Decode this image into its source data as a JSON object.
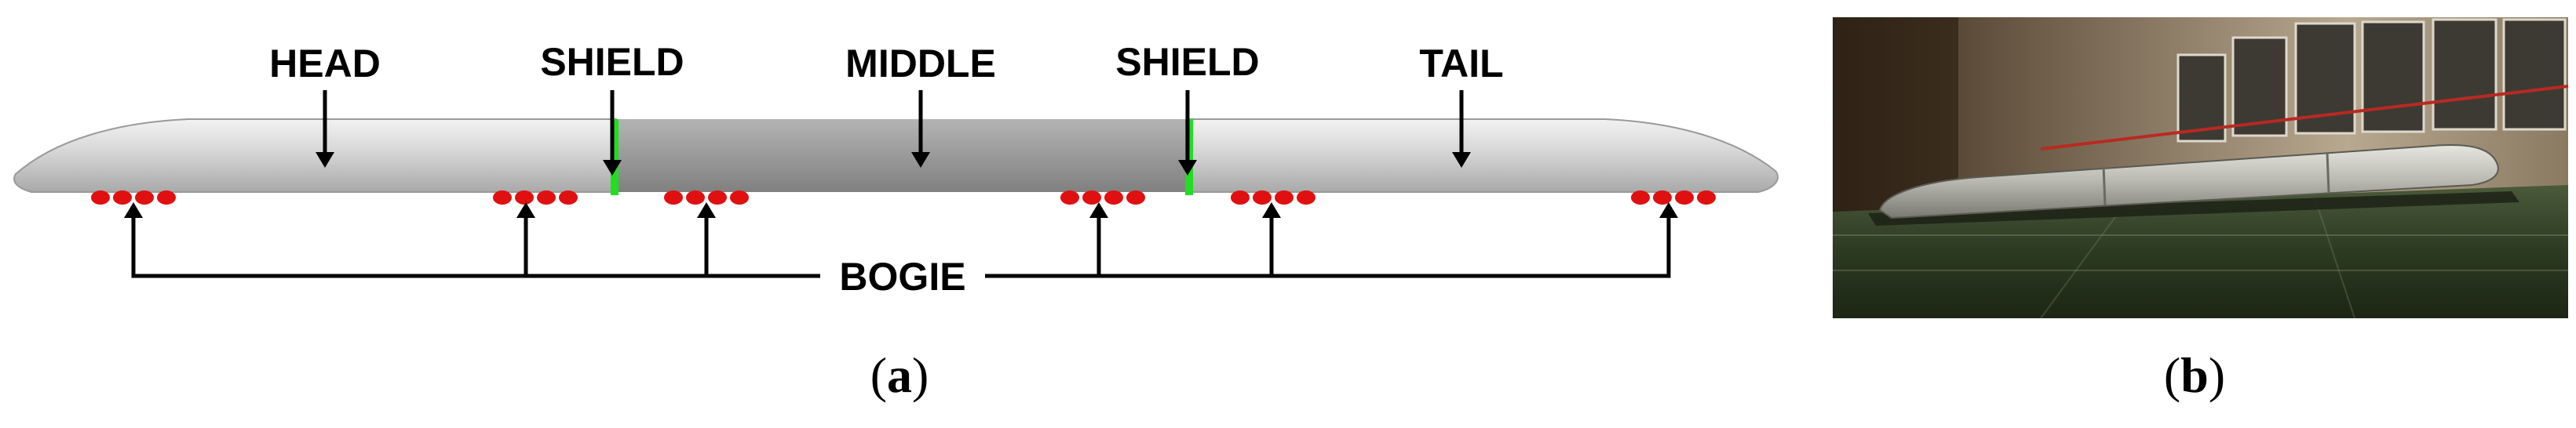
{
  "panel_a": {
    "labels": {
      "head": "HEAD",
      "shield_1": "SHIELD",
      "middle": "MIDDLE",
      "shield_2": "SHIELD",
      "tail": "TAIL",
      "bogie": "BOGIE"
    },
    "caption": "a",
    "colors": {
      "car_body": "#d8d8d8",
      "middle_car": "#9a9a9a",
      "shield": "#22dd22",
      "bogie": "#e01010"
    }
  },
  "panel_b": {
    "caption": "b",
    "image": "photograph of train model in wind tunnel"
  }
}
